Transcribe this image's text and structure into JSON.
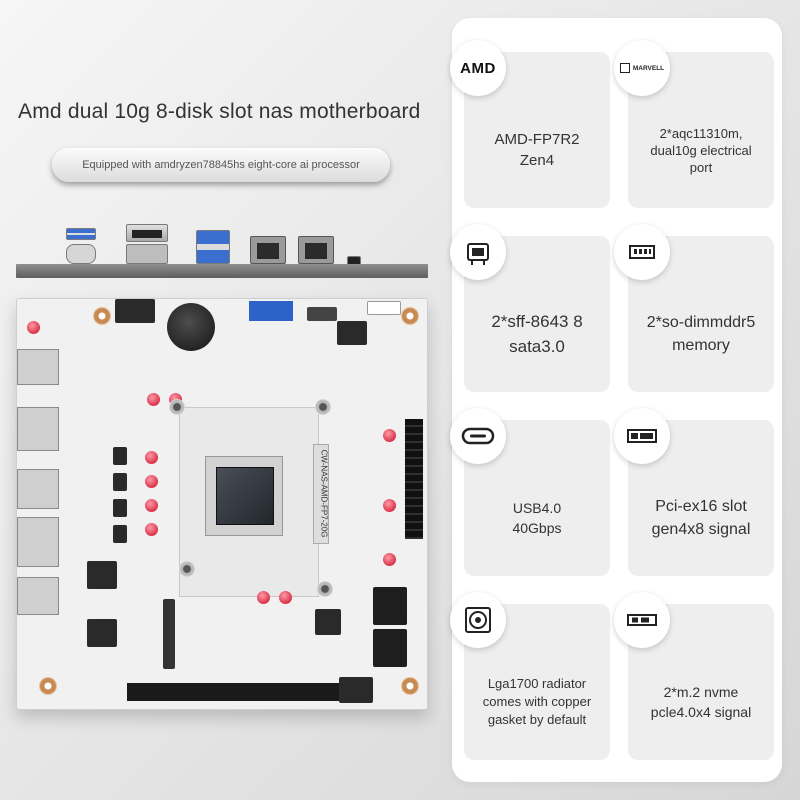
{
  "headline": "Amd dual 10g 8-disk slot nas motherboard",
  "subtitle": "Equipped with amdryzen78845hs eight-core ai processor",
  "board": {
    "model_label": "CW-NAS-AMD-FP7-20G"
  },
  "features": [
    {
      "icon": "amd-logo-icon",
      "logo_text": "AMD",
      "text": "AMD-FP7R2\nZen4"
    },
    {
      "icon": "marvell-logo-icon",
      "logo_text": "MARVELL",
      "text": "2*aqc11310m,\ndual10g electrical\nport"
    },
    {
      "icon": "sff-connector-icon",
      "text": "2*sff-8643 8\nsata3.0"
    },
    {
      "icon": "memory-module-icon",
      "text": "2*so-dimmddr5\nmemory"
    },
    {
      "icon": "usb-c-port-icon",
      "text": "USB4.0\n40Gbps"
    },
    {
      "icon": "pcie-slot-icon",
      "text": "Pci-ex16 slot\ngen4x8 signal"
    },
    {
      "icon": "radiator-icon",
      "text": "Lga1700 radiator\ncomes with copper\ngasket by default"
    },
    {
      "icon": "m2-ssd-icon",
      "text": "2*m.2 nvme\npcle4.0x4 signal"
    }
  ],
  "colors": {
    "panel": "#ffffff",
    "card": "#eeeeee",
    "board": "#f1f1f1",
    "text": "#333333"
  }
}
